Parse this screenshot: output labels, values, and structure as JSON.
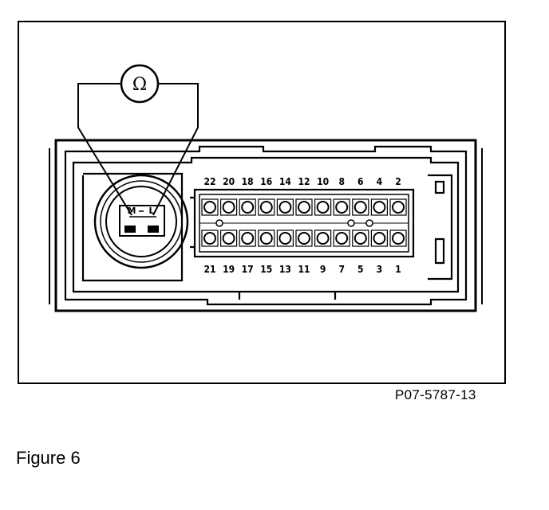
{
  "figure": {
    "reference_code": "P07-5787-13",
    "caption": "Figure 6"
  },
  "meter": {
    "symbol": "Ω"
  },
  "sensor_connector": {
    "labels": [
      "M",
      "L"
    ]
  },
  "connector": {
    "top_row_labels": [
      "22",
      "20",
      "18",
      "16",
      "14",
      "12",
      "10",
      "8",
      "6",
      "4",
      "2"
    ],
    "bottom_row_labels": [
      "21",
      "19",
      "17",
      "15",
      "13",
      "11",
      "9",
      "7",
      "5",
      "3",
      "1"
    ]
  }
}
